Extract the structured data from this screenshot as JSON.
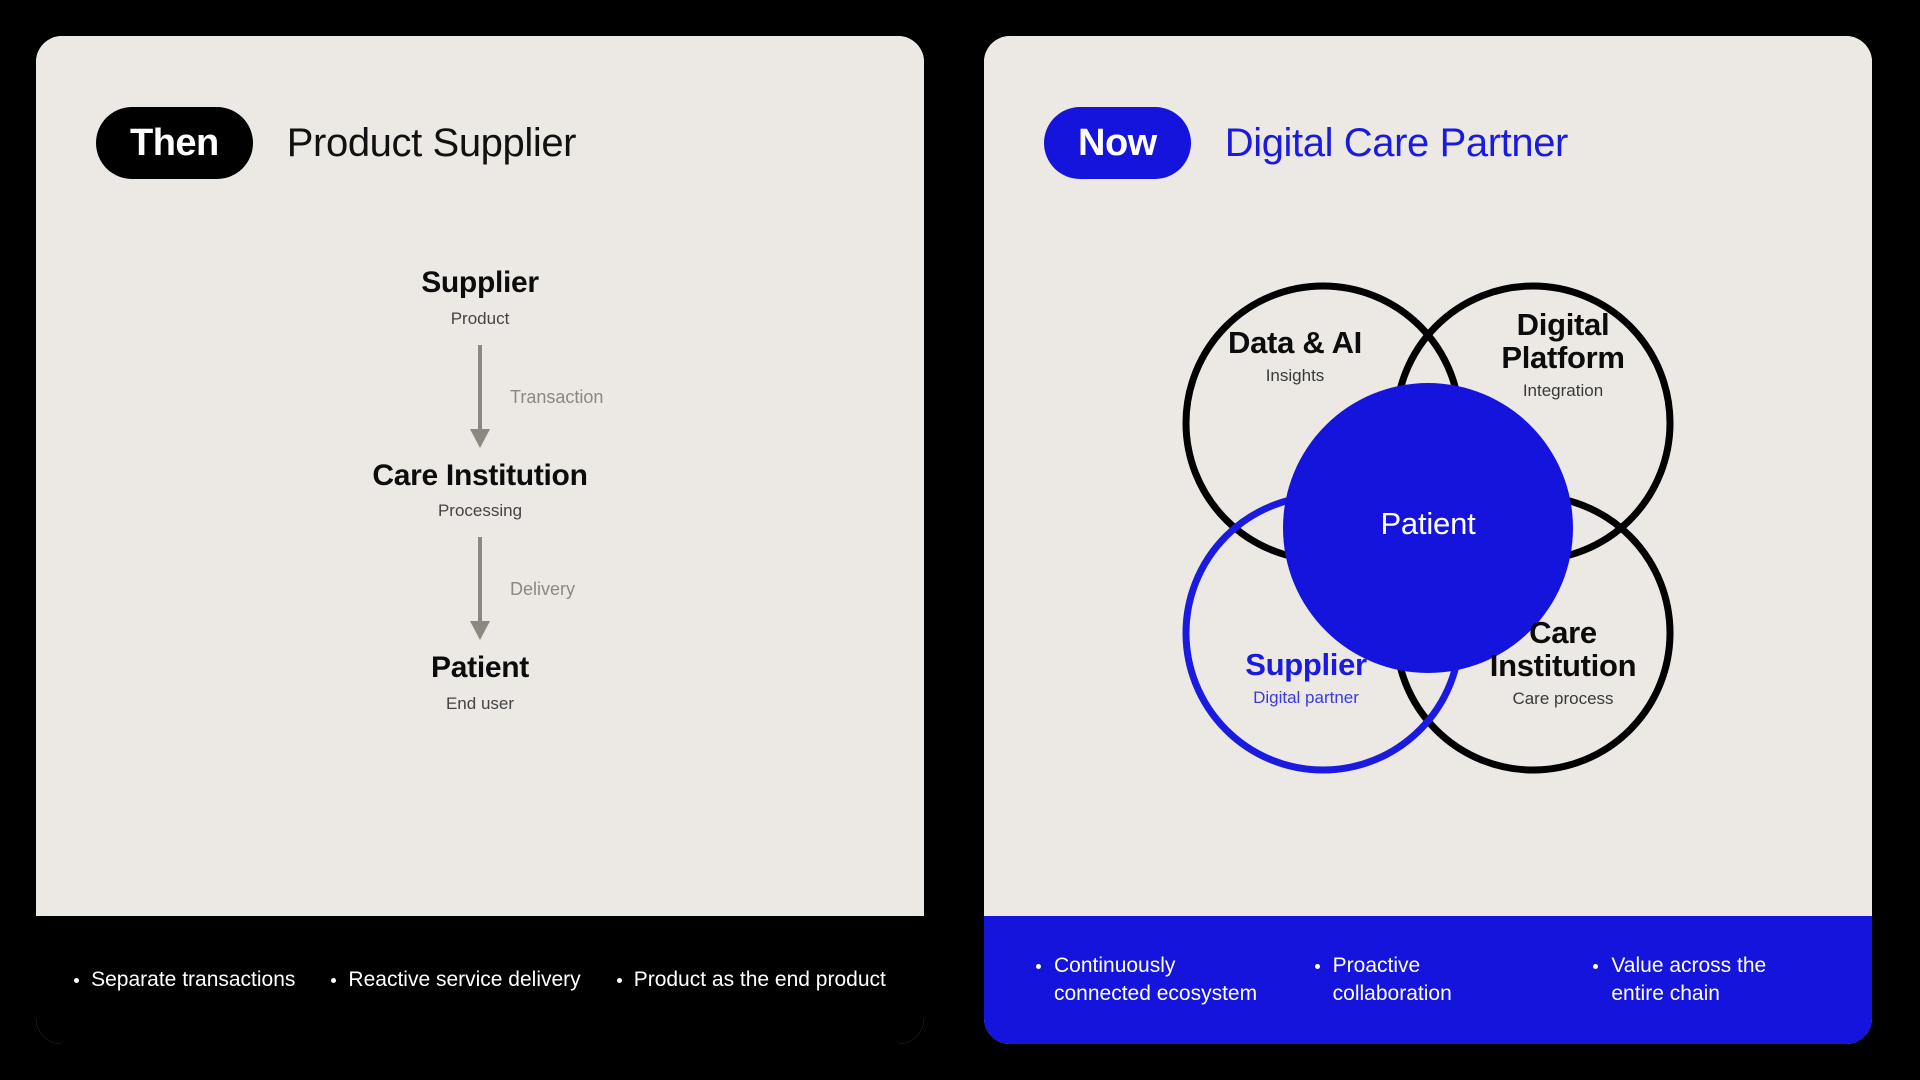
{
  "left": {
    "pill_label": "Then",
    "title": "Product Supplier",
    "flow": [
      {
        "title": "Supplier",
        "sub": "Product"
      },
      {
        "title": "Care Institution",
        "sub": "Processing"
      },
      {
        "title": "Patient",
        "sub": "End user"
      }
    ],
    "arrows": [
      {
        "label": "Transaction"
      },
      {
        "label": "Delivery"
      }
    ],
    "footer_bullets": [
      "Separate transactions",
      "Reactive service delivery",
      "Product as the end product"
    ]
  },
  "right": {
    "pill_label": "Now",
    "title": "Digital Care Partner",
    "venn": {
      "center": {
        "title": "Patient"
      },
      "circles": [
        {
          "title": "Data & AI",
          "sub": "Insights",
          "color": "#000000"
        },
        {
          "title": "Digital\nPlatform",
          "sub": "Integration",
          "color": "#000000"
        },
        {
          "title": "Supplier",
          "sub": "Digital partner",
          "color": "#1A1AE0"
        },
        {
          "title": "Care\nInstitution",
          "sub": "Care process",
          "color": "#000000"
        }
      ]
    },
    "footer_bullets": [
      "Continuously\nconnected ecosystem",
      "Proactive\ncollaboration",
      "Value across the\nentire chain"
    ]
  },
  "colors": {
    "page_background": "#000000",
    "card_background": "#ECE9E4",
    "accent_blue": "#1414DC",
    "ink": "#0C0C0C",
    "muted": "#8C8880"
  }
}
